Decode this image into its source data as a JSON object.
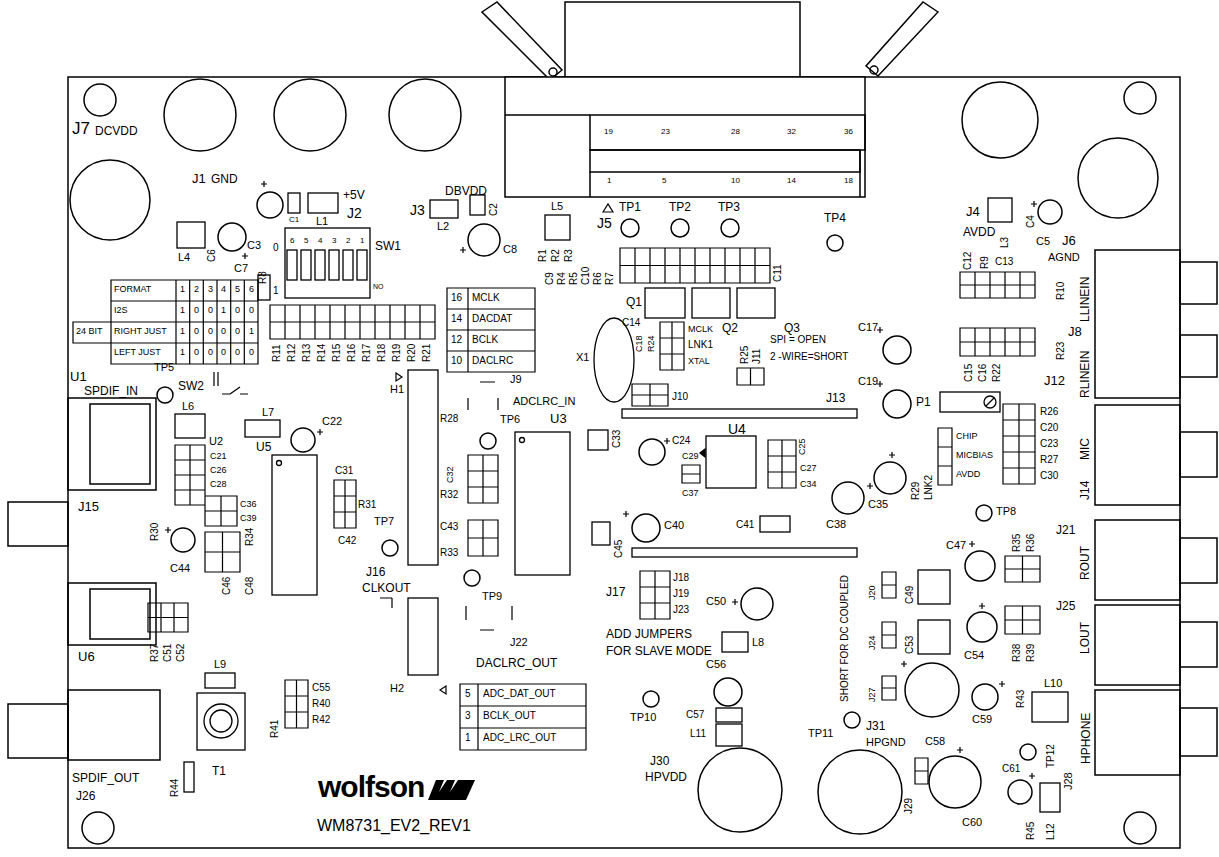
{
  "diagram": {
    "labels": [
      "J7",
      "DCVDD",
      "J1",
      "GND",
      "J2",
      "+5V",
      "J3",
      "DBVDD",
      "C1",
      "L1",
      "L2",
      "C2",
      "C3",
      "0",
      "C8",
      "L4",
      "C6",
      "C7",
      "R8",
      "1",
      "SW1",
      "6",
      "5",
      "4",
      "3",
      "2",
      "1",
      "NO",
      "L5",
      "J5",
      "TP1",
      "TP2",
      "TP3",
      "TP4",
      "19",
      "23",
      "28",
      "32",
      "36",
      "1",
      "5",
      "10",
      "14",
      "18",
      "J4",
      "AVDD",
      "L3",
      "C4",
      "C5",
      "J6",
      "AGND",
      "C12",
      "R9",
      "C13",
      "R10",
      "LLINEIN",
      "J8",
      "RLINEIN",
      "R23",
      "C15",
      "C16",
      "R22",
      "J12",
      "R1",
      "R2",
      "R3",
      "C9",
      "R4",
      "R5",
      "C10",
      "R6",
      "R7",
      "C11",
      "Q1",
      "Q2",
      "Q3",
      "FORMAT",
      "1",
      "2",
      "3",
      "4",
      "5",
      "6",
      "I2S",
      "1",
      "0",
      "0",
      "1",
      "0",
      "0",
      "24 BIT",
      "RIGHT JUST",
      "1",
      "0",
      "0",
      "0",
      "0",
      "1",
      "LEFT JUST",
      "1",
      "0",
      "0",
      "0",
      "0",
      "0",
      "R11",
      "R12",
      "R13",
      "R14",
      "R15",
      "R16",
      "R17",
      "R18",
      "R19",
      "R20",
      "R21",
      "16",
      "MCLK",
      "14",
      "DACDAT",
      "12",
      "BCLK",
      "10",
      "DACLRC",
      "C14",
      "C18",
      "R24",
      "MCLK",
      "LNK1",
      "XTAL",
      "X1",
      "J10",
      "R25",
      "J11",
      "SPI = OPEN",
      "2 -WIRE=SHORT",
      "J13",
      "C17",
      "C19",
      "P1",
      "R26",
      "C20",
      "C23",
      "R27",
      "C30",
      "MIC",
      "J14",
      "CHIP",
      "MICBIAS",
      "AVDD",
      "LNK2",
      "R29",
      "C35",
      "TP8",
      "U1",
      "SPDIF_IN",
      "TP5",
      "SW2",
      "L6",
      "L7",
      "C22",
      "U2",
      "C21",
      "C26",
      "C28",
      "C36",
      "C39",
      "J15",
      "R30",
      "C44",
      "R34",
      "C46",
      "C48",
      "U5",
      "C31",
      "R31",
      "TP7",
      "C42",
      "H1",
      "J9",
      "ADCLRC_IN",
      "R28",
      "TP6",
      "C32",
      "R32",
      "C43",
      "R33",
      "U3",
      "C33",
      "U4",
      "C24",
      "C29",
      "C37",
      "C25",
      "C27",
      "C34",
      "C41",
      "C38",
      "C40",
      "C45",
      "J16",
      "CLKOUT",
      "TP9",
      "J17",
      "J18",
      "J19",
      "J23",
      "ADD JUMPERS",
      "FOR SLAVE MODE",
      "C50",
      "L8",
      "C56",
      "C57",
      "L11",
      "TP10",
      "H2",
      "J22",
      "DACLRC_OUT",
      "5",
      "ADC_DAT_OUT",
      "3",
      "BCLK_OUT",
      "1",
      "ADC_LRC_OUT",
      "SHORT FOR DC COUPLED",
      "J20",
      "C49",
      "J24",
      "C53",
      "J27",
      "C47",
      "C54",
      "R35",
      "R36",
      "J21",
      "ROUT",
      "R38",
      "R39",
      "J25",
      "LOUT",
      "R43",
      "L10",
      "HPHONE",
      "TP12",
      "J28",
      "C61",
      "R45",
      "L12",
      "C59",
      "C58",
      "HPGND",
      "J31",
      "TP11",
      "C60",
      "J29",
      "J30",
      "HPVDD",
      "R37",
      "C51",
      "C52",
      "U6",
      "L9",
      "T1",
      "SPDIF_OUT",
      "J26",
      "R44",
      "C55",
      "R40",
      "R42",
      "R41",
      "wolfson",
      "WM8731_EV2_REV1"
    ]
  }
}
